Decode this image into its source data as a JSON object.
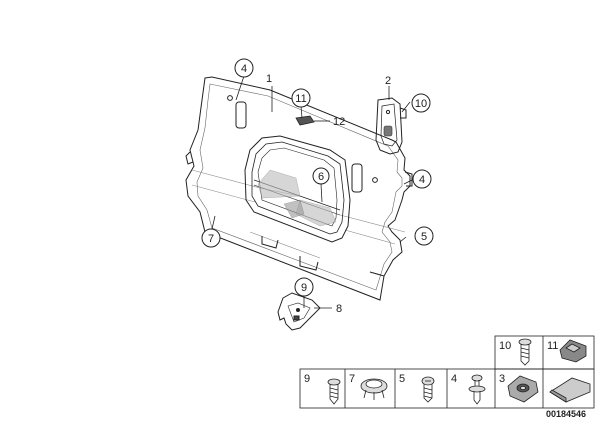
{
  "diagram": {
    "circled_callouts": [
      {
        "id": "c4a",
        "label": "4"
      },
      {
        "id": "c11",
        "label": "11"
      },
      {
        "id": "c10",
        "label": "10"
      },
      {
        "id": "c6",
        "label": "6"
      },
      {
        "id": "c4b",
        "label": "4"
      },
      {
        "id": "c7",
        "label": "7"
      },
      {
        "id": "c5",
        "label": "5"
      },
      {
        "id": "c9",
        "label": "9"
      }
    ],
    "plain_labels": [
      {
        "id": "p1",
        "label": "1"
      },
      {
        "id": "p2",
        "label": "2"
      },
      {
        "id": "p12",
        "label": "12"
      },
      {
        "id": "p8",
        "label": "8"
      }
    ],
    "parts_table": [
      {
        "id": "t10",
        "label": "10",
        "part": "screw"
      },
      {
        "id": "t11",
        "label": "11",
        "part": "clip"
      },
      {
        "id": "t9",
        "label": "9",
        "part": "screw"
      },
      {
        "id": "t7",
        "label": "7",
        "part": "grommet"
      },
      {
        "id": "t5",
        "label": "5",
        "part": "bolt"
      },
      {
        "id": "t4",
        "label": "4",
        "part": "push-rivet"
      },
      {
        "id": "t3",
        "label": "3",
        "part": "nut-clip"
      }
    ],
    "diagram_id": "00184546"
  }
}
